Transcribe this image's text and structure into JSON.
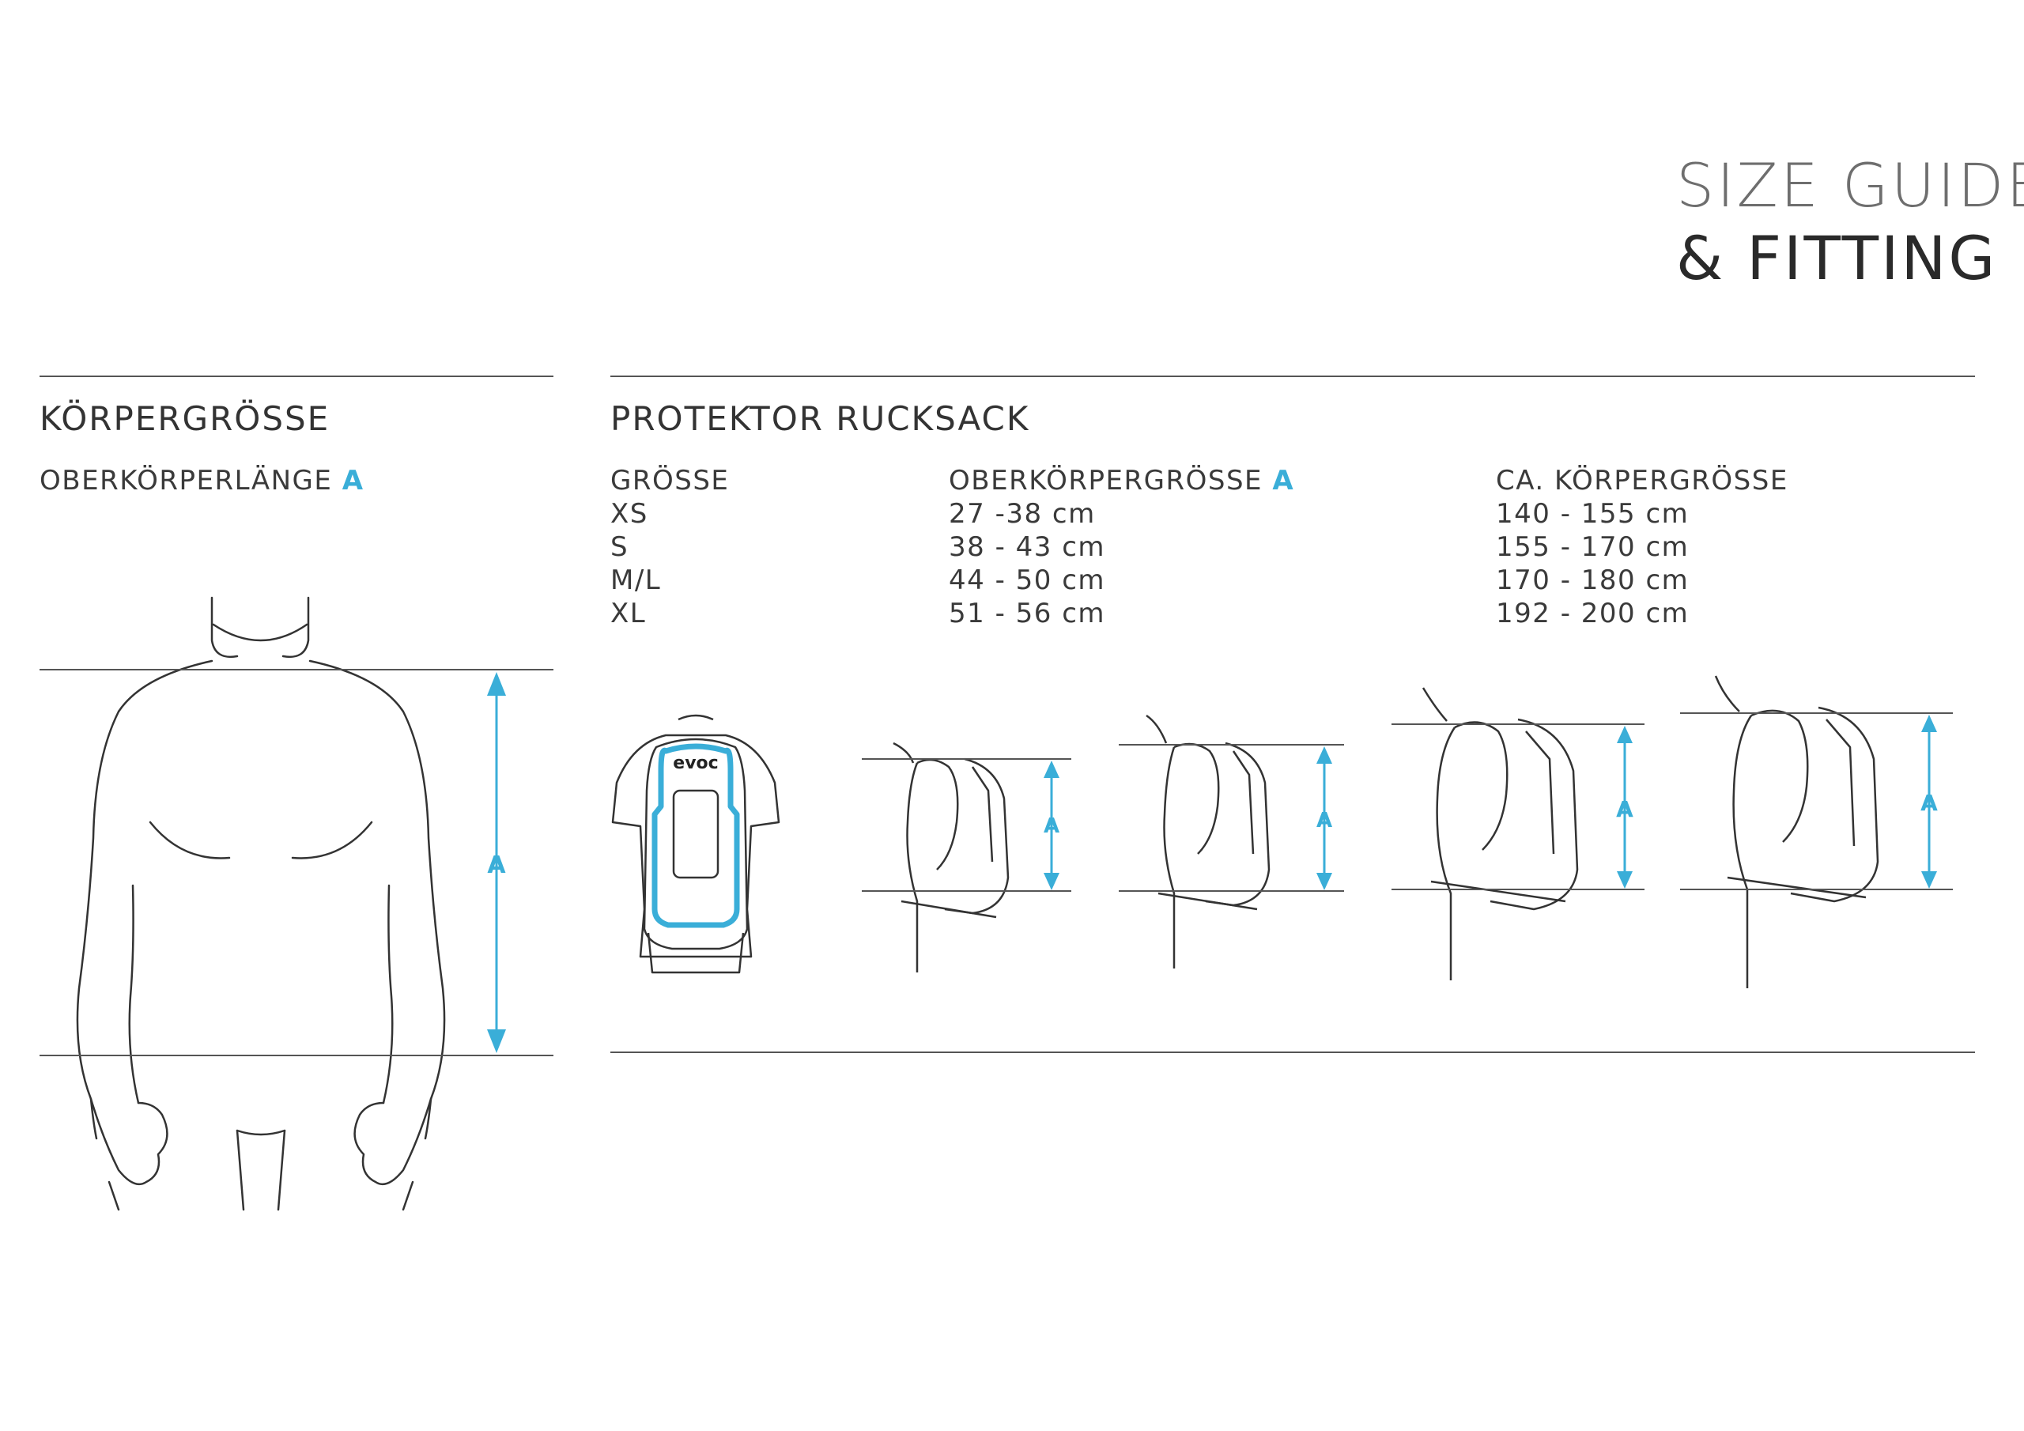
{
  "title": {
    "line1": "SIZE GUIDE",
    "line2": "& FITTING"
  },
  "colors": {
    "accent": "#3aaed8",
    "line": "#555555",
    "text": "#3a3a3a"
  },
  "body_section": {
    "heading": "KÖRPERGRÖSSE",
    "measure_label": "OBERKÖRPERLÄNGE",
    "measure_marker": "A",
    "diagram_marker": "A"
  },
  "backpack_section": {
    "heading": "PROTEKTOR RUCKSACK",
    "columns": {
      "size": "GRÖSSE",
      "torso": "OBERKÖRPERGRÖSSE",
      "torso_marker": "A",
      "height": "CA. KÖRPERGRÖSSE"
    },
    "rows": [
      {
        "size": "XS",
        "torso": "27 -38 cm",
        "height": "140 - 155 cm"
      },
      {
        "size": "S",
        "torso": "38 - 43 cm",
        "height": "155 - 170 cm"
      },
      {
        "size": "M/L",
        "torso": "44 - 50 cm",
        "height": "170 - 180 cm"
      },
      {
        "size": "XL",
        "torso": "51 - 56 cm",
        "height": "192 - 200 cm"
      }
    ],
    "backpack_logo": "evoc",
    "diagram_markers": [
      "A",
      "A",
      "A",
      "A"
    ]
  }
}
